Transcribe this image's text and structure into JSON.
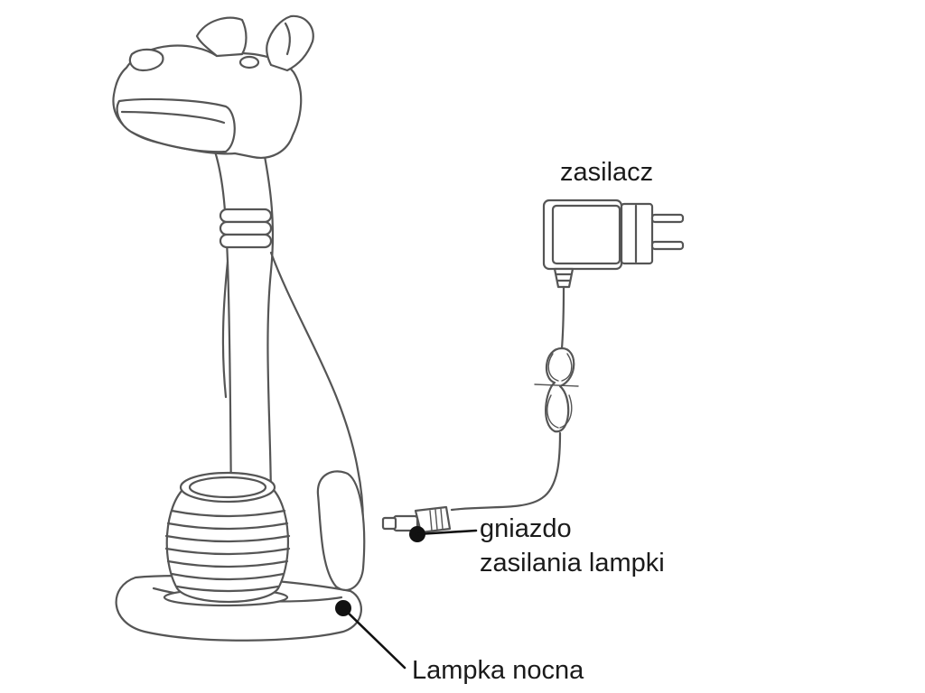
{
  "labels": {
    "adapter": "zasilacz",
    "socket_line1": "gniazdo",
    "socket_line2": "zasilania lampki",
    "lamp": "Lampka nocna"
  },
  "colors": {
    "outline": "#555555",
    "leader": "#111111",
    "background": "#ffffff"
  }
}
